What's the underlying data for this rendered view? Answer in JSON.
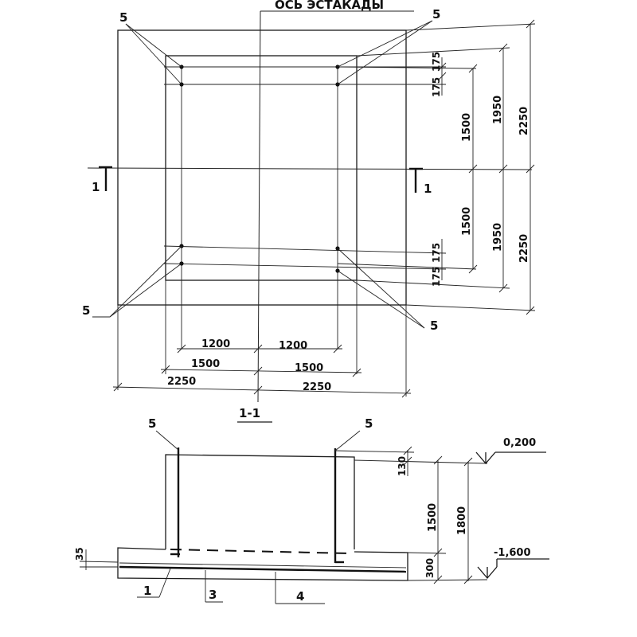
{
  "plan": {
    "axis_label": "ОСЬ ЭСТАКАДЫ",
    "callout": "5",
    "section_mark": "1",
    "dims_right_inner": [
      "175",
      "175",
      "1500",
      "1500",
      "175",
      "175"
    ],
    "dims_right_mid": [
      "1950",
      "1950"
    ],
    "dims_right_outer": [
      "2250",
      "2250"
    ],
    "dims_bottom_1": [
      "1200",
      "1200"
    ],
    "dims_bottom_2": [
      "1500",
      "1500"
    ],
    "dims_bottom_3": [
      "2250",
      "2250"
    ]
  },
  "section": {
    "title": "1-1",
    "callout": "5",
    "elev_top": "0,200",
    "elev_bottom": "-1,600",
    "dim_top_small": "130",
    "dim_column": "1500",
    "dim_total": "1800",
    "dim_slab": "300",
    "dim_left": "35",
    "legend": [
      "1",
      "3",
      "4"
    ]
  }
}
